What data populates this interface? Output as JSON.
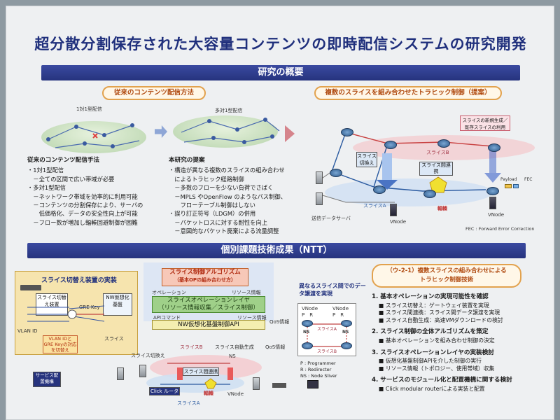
{
  "title": "超分散分割保存された大容量コンテンツの即時配信システムの研究開発",
  "section1": {
    "band": "研究の概要",
    "left": {
      "pill": "従来のコンテンツ配信方法",
      "label_one_to_one": "1対1型配信",
      "label_many_to_one": "多対1型配信",
      "conventional": {
        "head": "従来のコンテンツ配信手法",
        "items": [
          "・1対1型配信",
          "　－全ての区間で広い帯域が必要",
          "・多対1型配信",
          "　－ネットワーク帯域を効率的に利用可能",
          "　－コンテンツの分割保存により、サーバの",
          "　　低価格化、データの安全性向上が可能",
          "　－フロー数が増加し輻輳回避制御が困難"
        ]
      },
      "proposal": {
        "head": "本研究の提案",
        "items": [
          "・構造が異なる複数のスライスの組み合わせ",
          "　によるトラヒック経路制御",
          "　－多数のフローを少ない負荷でさばく",
          "　－MPLS やOpenFlow のようなパス制御、",
          "　　フローテーブル制御はしない",
          "・誤り訂正符号（LDGM）の併用",
          "　－パケットロスに対する耐性を向上",
          "　－意図的なパケット廃棄による流量調整"
        ]
      }
    },
    "right": {
      "pill": "複数のスライスを組み合わせたトラヒック制御（提案）",
      "note": "スライスの新規生成／既存スライスの利用",
      "slice_switch": "スライス切換え",
      "slice_b": "スライスB",
      "slice_a": "スライスA",
      "inter_slice": "スライス間連携",
      "congestion": "輻輳",
      "vnode1": "VNode",
      "vnode2": "VNode",
      "sender": "送信データサーバ",
      "payload": "Payload",
      "fec": "FEC",
      "fec_note": "FEC : Forward Error Correction"
    }
  },
  "section2": {
    "band": "個別課題技術成果（NTT）",
    "diagram": {
      "impl_title": "スライス切替え装置の実装",
      "slice_switch_dev": "スライス切替え装置",
      "gre_key": "GRE Key",
      "nw_base": "NW仮想化基盤",
      "slice_label": "スライス",
      "vlan_id": "VLAN ID",
      "vlan_note": "VLAN IDと GRE Keyの対応を切替え",
      "algo_title": "スライス制御アルゴリズム",
      "algo_sub": "（基本OPの組み合わせ方）",
      "op_label": "オペレーション",
      "res_info1": "リソース情報",
      "op_layer": "スライスオペレーションレイヤ",
      "op_layer_sub": "（リソース情報収集／スライス制御）",
      "api_cmd": "APIコマンド",
      "res_info2": "リソース情報",
      "nw_api": "NW仮想化基盤制御API",
      "qos1": "QoS情報",
      "qos2": "QoS情報",
      "switching": "スライス切換え",
      "slice_b": "スライスB",
      "auto_gen": "スライス自動生成",
      "ns": "NS",
      "inter_slice": "スライス間連携",
      "congestion": "輻輳",
      "vnode": "VNode",
      "click_router": "Click ルータ",
      "slice_a": "スライスA",
      "service_mgr": "サービス配置機構"
    },
    "mid": {
      "head": "異なるスライス間でのデータ譲渡を実現",
      "vnode_l": "VNode",
      "vnode_r": "VNode",
      "pr": "P　R",
      "slice_a": "スライスA",
      "slice_b": "スライスB",
      "ns": "NS",
      "legend": [
        "P : Programmer",
        "R : Redirecter",
        "NS : Node Sliver"
      ]
    },
    "right": {
      "pill_line1": "（ウ-2-1）複数スライスの組み合わせによる",
      "pill_line2": "トラヒック制御技術",
      "groups": [
        {
          "head": "1. 基本オペレーションの実現可能性を確認",
          "items": [
            "■ スライス切替え：ゲートウェイ装置を実現",
            "■ スライス間連携：スライス間データ譲渡を実現",
            "■ スライス自動生成：高速VMダウンロードの検討"
          ]
        },
        {
          "head": "2. スライス制御の全体アルゴリズムを策定",
          "items": [
            "■ 基本オペレーションを組み合わせ制御の決定"
          ]
        },
        {
          "head": "3. スライスオペレーションレイヤの実装検討",
          "items": [
            "■ 仮想化基盤制御APIを介した制御の実行",
            "■ リソース情報（トポロジー、使用帯域）収集"
          ]
        },
        {
          "head": "4. サービスのモジュール化と配置機構に関する検討",
          "items": [
            "■ Click modular routerによる実装と配置"
          ]
        }
      ]
    }
  }
}
